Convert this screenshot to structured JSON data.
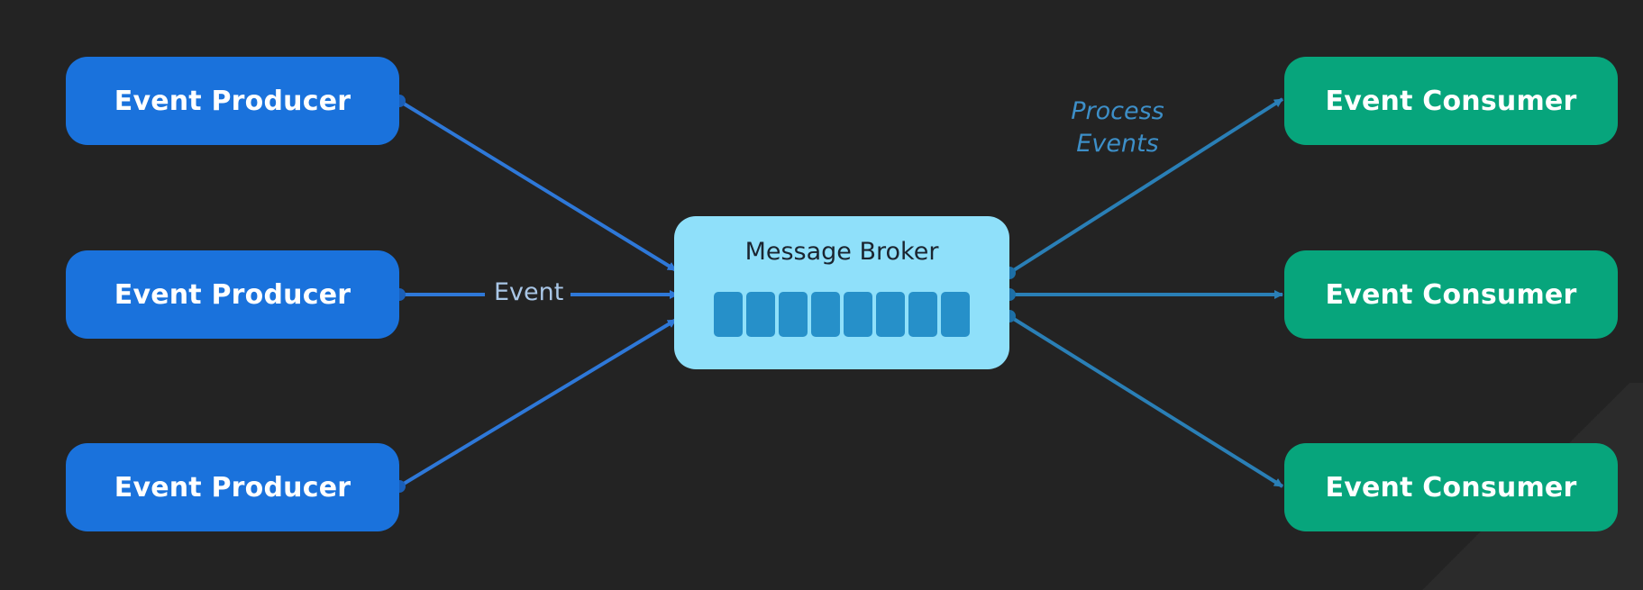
{
  "producers": [
    {
      "label": "Event Producer"
    },
    {
      "label": "Event Producer"
    },
    {
      "label": "Event Producer"
    }
  ],
  "consumers": [
    {
      "label": "Event Consumer"
    },
    {
      "label": "Event Consumer"
    },
    {
      "label": "Event Consumer"
    }
  ],
  "broker": {
    "title": "Message Broker",
    "queue_slots": 8
  },
  "labels": {
    "event": "Event",
    "process_events": "Process Events"
  },
  "colors": {
    "background": "#232323",
    "producer": "#1a72dc",
    "consumer": "#07a57c",
    "broker": "#8fe0fa",
    "queue_slot": "#2690c9",
    "producer_arrow": "#2e78d8",
    "consumer_arrow": "#2a7fb6"
  }
}
